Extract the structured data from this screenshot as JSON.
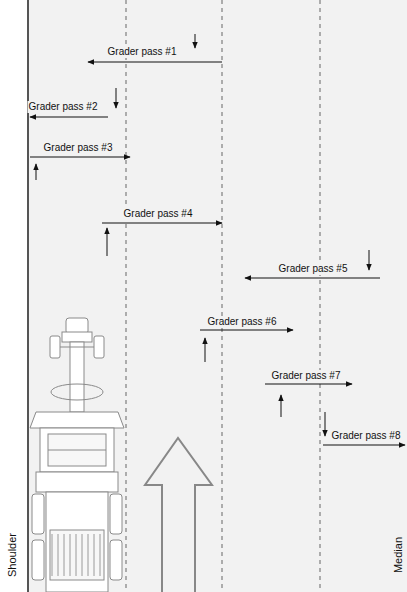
{
  "diagram": {
    "labels": [
      "Grader pass #1",
      "Grader pass #2",
      "Grader pass #3",
      "Grader pass #4",
      "Grader pass #5",
      "Grader pass #6",
      "Grader pass #7",
      "Grader pass #8",
      "Shoulder",
      "Median"
    ]
  }
}
